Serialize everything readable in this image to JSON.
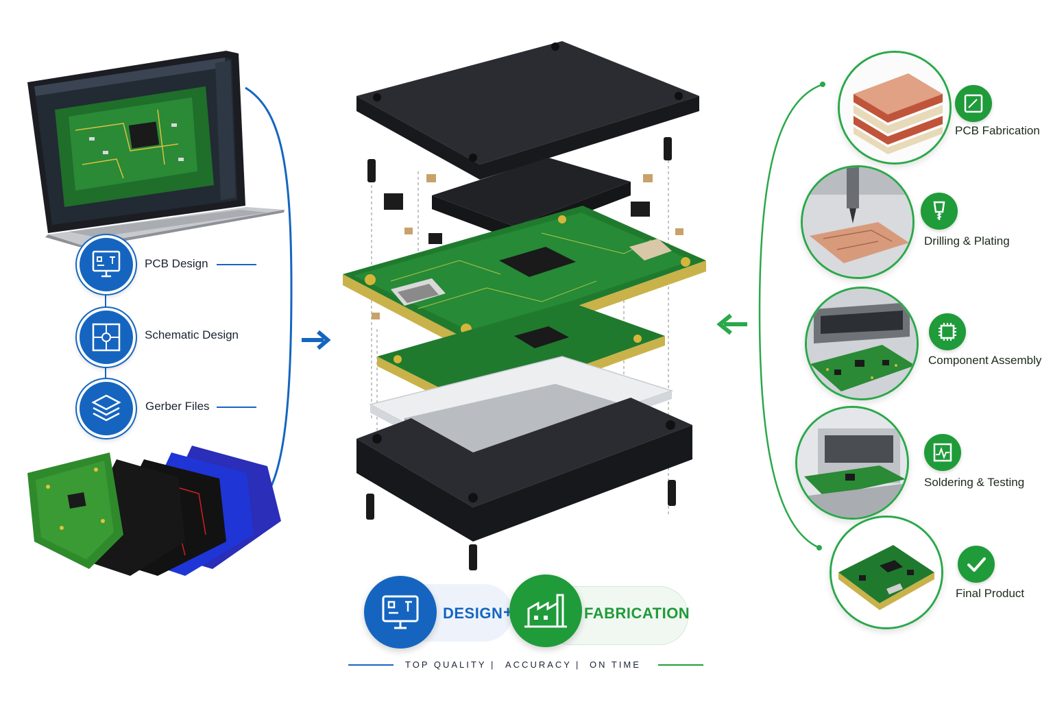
{
  "design_steps": [
    {
      "label": "PCB Design",
      "icon": "monitor-pcb-icon"
    },
    {
      "label": "Schematic Design",
      "icon": "schematic-icon"
    },
    {
      "label": "Gerber Files",
      "icon": "layers-icon"
    }
  ],
  "fabrication_steps": [
    {
      "label": "PCB Fabrication",
      "icon": "board-icon"
    },
    {
      "label": "Drilling & Plating",
      "icon": "drill-icon"
    },
    {
      "label": "Component Assembly",
      "icon": "chip-icon"
    },
    {
      "label": "Soldering & Testing",
      "icon": "waveform-icon"
    },
    {
      "label": "Final Product",
      "icon": "check-icon"
    }
  ],
  "badge": {
    "design": "DESIGN",
    "plus": "+",
    "fabrication": "FABRICATION"
  },
  "tagline": {
    "item1": "TOP QUALITY",
    "item2": "ACCURACY",
    "item3": "ON TIME",
    "separator": "|"
  },
  "colors": {
    "design_blue": "#1565c0",
    "fab_green": "#1f9b3a",
    "pcb_green": "#1f7a2e"
  }
}
